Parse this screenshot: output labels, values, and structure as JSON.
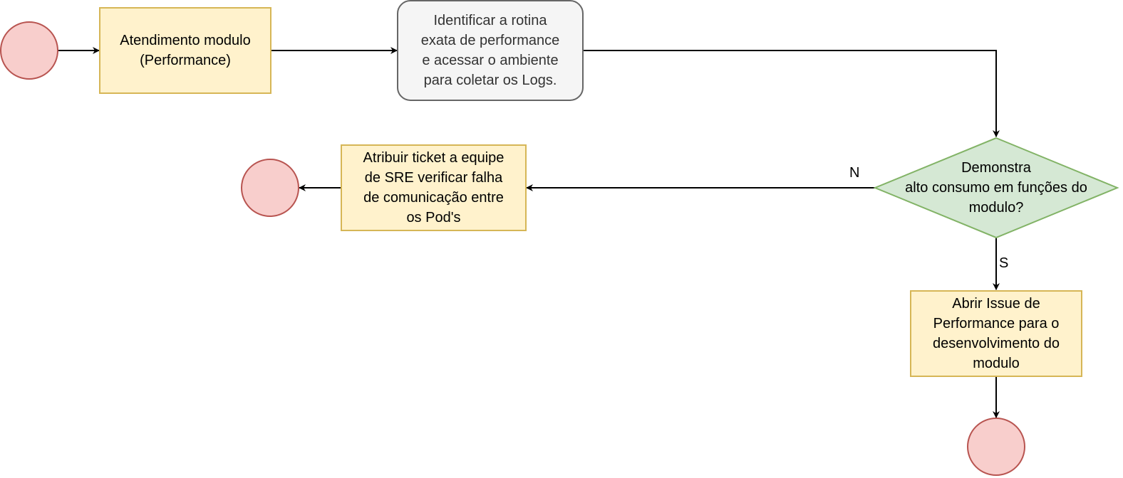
{
  "diagram": {
    "nodes": {
      "start": {
        "shape": "circle",
        "text": ""
      },
      "atendimento": {
        "shape": "rect",
        "text": "Atendimento modulo\n(Performance)"
      },
      "identificar": {
        "shape": "rounded-rect",
        "text": "Identificar a rotina\nexata de performance\ne acessar o ambiente\npara coletar os Logs."
      },
      "decisao": {
        "shape": "diamond",
        "text": "Demonstra\nalto consumo em funções do\nmodulo?"
      },
      "atribuir": {
        "shape": "rect",
        "text": "Atribuir ticket a equipe\nde SRE verificar falha\nde comunicação entre\nos Pod's"
      },
      "end_left": {
        "shape": "circle",
        "text": ""
      },
      "abrir_issue": {
        "shape": "rect",
        "text": "Abrir Issue de\nPerformance para o\ndesenvolvimento do\nmodulo"
      },
      "end_bottom": {
        "shape": "circle",
        "text": ""
      }
    },
    "edges": [
      {
        "from": "start",
        "to": "atendimento",
        "label": ""
      },
      {
        "from": "atendimento",
        "to": "identificar",
        "label": ""
      },
      {
        "from": "identificar",
        "to": "decisao",
        "label": ""
      },
      {
        "from": "decisao",
        "to": "atribuir",
        "label": "N"
      },
      {
        "from": "atribuir",
        "to": "end_left",
        "label": ""
      },
      {
        "from": "decisao",
        "to": "abrir_issue",
        "label": "S"
      },
      {
        "from": "abrir_issue",
        "to": "end_bottom",
        "label": ""
      }
    ],
    "colors": {
      "terminal_fill": "#f8cecc",
      "terminal_stroke": "#b85450",
      "process_fill": "#fff2cc",
      "process_stroke": "#d6b656",
      "step_fill": "#f5f5f5",
      "step_stroke": "#666666",
      "step_text": "#333333",
      "decision_fill": "#d5e8d4",
      "decision_stroke": "#82b366",
      "edge": "#000000"
    }
  }
}
